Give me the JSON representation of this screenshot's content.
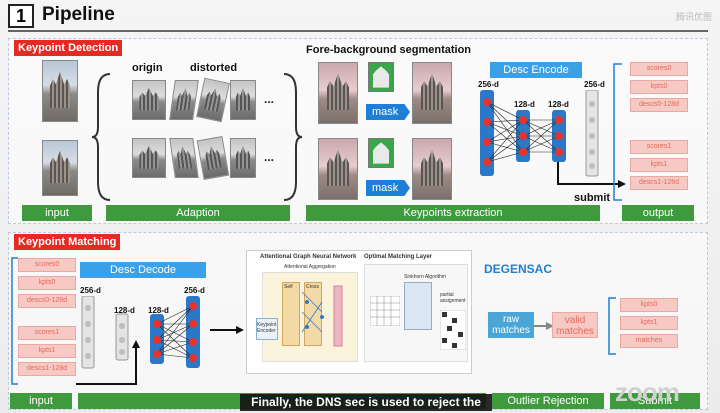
{
  "header": {
    "number": "1",
    "title": "Pipeline",
    "watermark": "腾讯优图"
  },
  "detection": {
    "tag": "Keypoint Detection",
    "origin_label": "origin",
    "distorted_label": "distorted",
    "ellipsis": "...",
    "fore_bg_label": "Fore-background segmentation",
    "mask_label": "mask",
    "desc_encode": "Desc Encode",
    "dims": {
      "d256": "256-d",
      "d128": "128-d"
    },
    "submit": "submit",
    "output_items_top": [
      "scores0",
      "kpts0",
      "descs0-128d"
    ],
    "output_items_bottom": [
      "scores1",
      "kpts1",
      "descs1-128d"
    ],
    "bars": {
      "input": "input",
      "adaption": "Adaption",
      "extraction": "Keypoints extraction",
      "output": "output"
    }
  },
  "matching": {
    "tag": "Keypoint Matching",
    "input_items_top": [
      "scores0",
      "kpts0",
      "descs0-128d"
    ],
    "input_items_bottom": [
      "scores1",
      "kpts1",
      "descs1-128d"
    ],
    "desc_decode": "Desc Decode",
    "dims": {
      "d256": "256-d",
      "d128": "128-d"
    },
    "gnn_title": "Attentional Graph Neural Network",
    "oml_title": "Optimal Matching Layer",
    "attn_agg": "Attentional Aggregation",
    "self_label": "Self",
    "cross_label": "Cross",
    "kp_encoder": "Keypoint Encoder",
    "sinkhorn": "Sinkhorn Algorithm",
    "partial": "partial assignment",
    "degensac": "DEGENSAC",
    "raw_matches": "raw matches",
    "valid_matches": "valid matches",
    "right_items": [
      "kpts0",
      "kpts1",
      "matches"
    ],
    "bars": {
      "input": "input",
      "outlier": "Outlier Rejection",
      "submit": "Submit"
    }
  },
  "subtitle": "Finally, the DNS sec is used to reject the",
  "zoom_logo": "zoom"
}
